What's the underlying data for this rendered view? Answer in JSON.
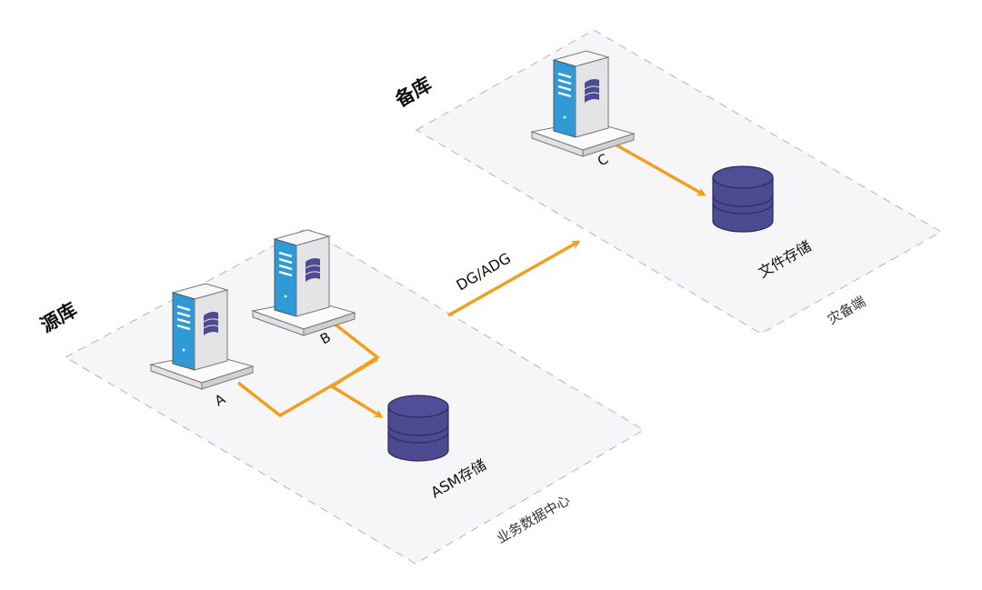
{
  "diagram": {
    "zones": [
      {
        "id": "primary",
        "title": "源库",
        "footer": "业务数据中心"
      },
      {
        "id": "standby",
        "title": "备库",
        "footer": "灾备端"
      }
    ],
    "servers": [
      {
        "id": "A",
        "label": "A",
        "zone": "primary"
      },
      {
        "id": "B",
        "label": "B",
        "zone": "primary"
      },
      {
        "id": "C",
        "label": "C",
        "zone": "standby"
      }
    ],
    "storages": [
      {
        "id": "asm",
        "label": "ASM存储",
        "zone": "primary"
      },
      {
        "id": "file",
        "label": "文件存储",
        "zone": "standby"
      }
    ],
    "links": [
      {
        "from": "A",
        "to": "asm"
      },
      {
        "from": "B",
        "to": "asm"
      },
      {
        "from": "primary",
        "to": "standby",
        "label": "DG/ADG"
      },
      {
        "from": "C",
        "to": "file"
      }
    ],
    "colors": {
      "zone_fill": "#f6f6f8",
      "zone_border": "#b5b5b5",
      "link": "#f0a020",
      "server_front": "#2f9ad6",
      "server_side": "#e3e3e6",
      "server_top": "#f7f7f7",
      "disk": "#4c4b92",
      "disk_stroke": "#2c2b5e"
    }
  }
}
